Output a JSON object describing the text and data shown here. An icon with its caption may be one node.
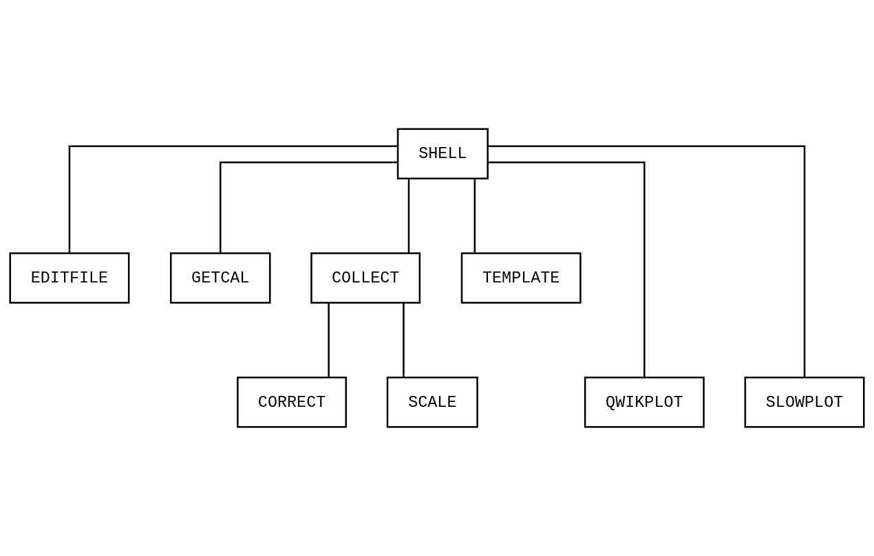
{
  "diagram": {
    "nodes": [
      {
        "text": [
          "SHELL"
        ]
      },
      {
        "text": [
          "EDITFILE"
        ]
      },
      {
        "text": [
          "GETCAL"
        ]
      },
      {
        "text": [
          "COLLECT"
        ]
      },
      {
        "text": [
          "TEMPLATE"
        ]
      },
      {
        "text": [
          "QWIKPLOT"
        ]
      },
      {
        "text": [
          "SLOWPLOT"
        ]
      },
      {
        "text": [
          "CORRECT"
        ]
      },
      {
        "text": [
          "SCALE"
        ]
      }
    ],
    "edges": [
      {
        "from": 0,
        "to": 1,
        "arrow": "none"
      },
      {
        "from": 0,
        "to": 5,
        "arrow": "none"
      },
      {
        "from": 0,
        "to": 6,
        "arrow": "none"
      },
      {
        "from": 0,
        "to": 2,
        "arrow": "none"
      },
      {
        "from": 0,
        "to": 3,
        "arrow": "none"
      },
      {
        "from": 0,
        "to": 4,
        "arrow": "none"
      },
      {
        "from": 3,
        "to": 7,
        "arrow": "none"
      },
      {
        "from": 3,
        "to": 8,
        "arrow": "none"
      }
    ]
  }
}
